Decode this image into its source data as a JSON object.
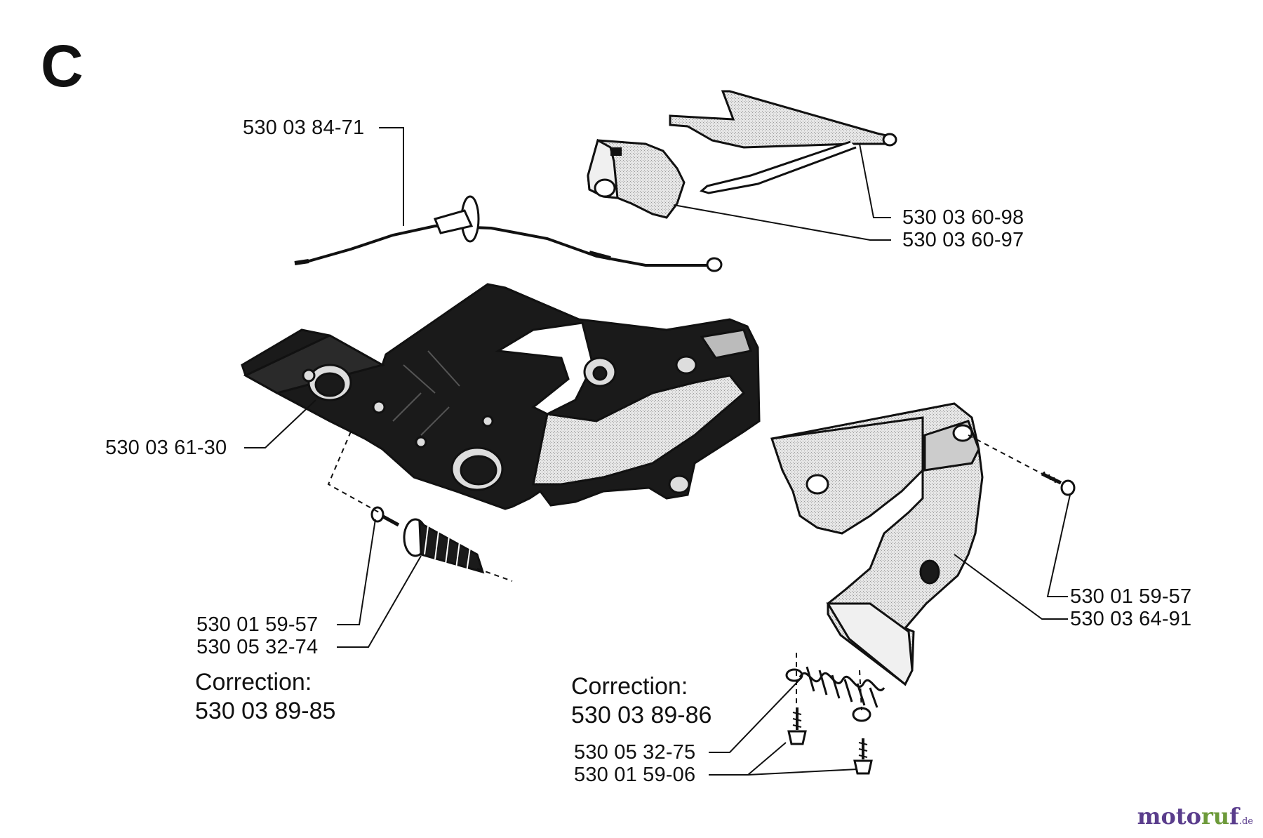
{
  "section": "C",
  "labels": {
    "cable": "530 03 84-71",
    "lever_upper": "530 03 60-98",
    "lever_lower": "530 03 60-97",
    "housing": "530 03 61-30",
    "screw_left": "530 01 59-57",
    "buffer_left": "530 05 32-74",
    "screw_right": "530 01 59-57",
    "bracket_right": "530 03 64-91",
    "spring_bottom": "530 05 32-75",
    "screw_bottom": "530 01 59-06"
  },
  "corrections": {
    "left": {
      "title": "Correction:",
      "number": "530 03 89-85"
    },
    "right": {
      "title": "Correction:",
      "number": "530 03 89-86"
    }
  },
  "watermark": {
    "text": "motoruf",
    "domain": ".de"
  },
  "colors": {
    "ink": "#111111",
    "part_fill": "#d9d9d9",
    "wm_purple": "#5a3d8c",
    "wm_green": "#6d9a3a"
  }
}
